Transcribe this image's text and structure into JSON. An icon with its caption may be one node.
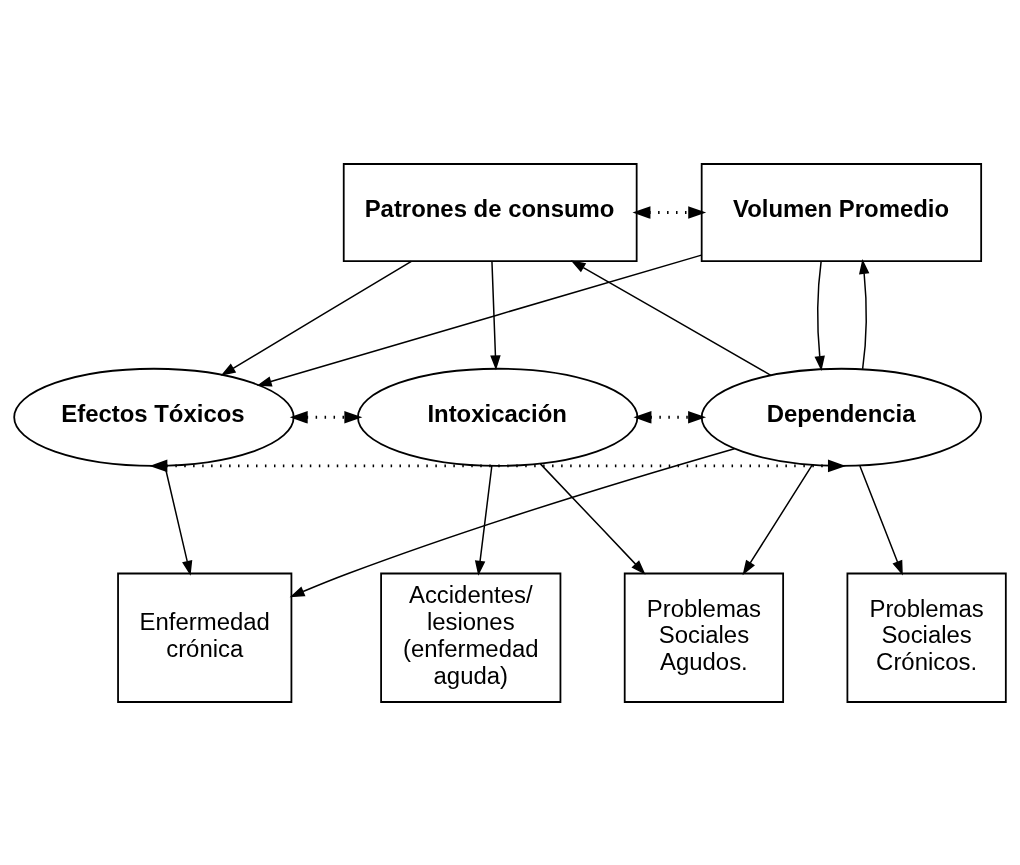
{
  "diagram": {
    "nodes": [
      {
        "text": [
          "Patrones de consumo"
        ]
      },
      {
        "text": [
          "Volumen Promedio"
        ]
      },
      {
        "text": [
          "Efectos Tóxicos"
        ]
      },
      {
        "text": [
          "Intoxicación"
        ]
      },
      {
        "text": [
          "Dependencia"
        ]
      },
      {
        "text": [
          "Enfermedad crónica"
        ]
      },
      {
        "text": [
          "Accidentes/ lesiones (enfermedad aguda)"
        ]
      },
      {
        "text": [
          "Problemas Sociales Agudos."
        ]
      },
      {
        "text": [
          "Problemas Sociales Crónicos."
        ]
      }
    ],
    "edges": [
      {
        "from": 0,
        "to": 1,
        "arrow": "both",
        "style": "dashed"
      },
      {
        "from": 0,
        "to": 2,
        "arrow": "to"
      },
      {
        "from": 0,
        "to": 3,
        "arrow": "to"
      },
      {
        "from": 1,
        "to": 2,
        "arrow": "to"
      },
      {
        "from": 4,
        "to": 0,
        "arrow": "to"
      },
      {
        "from": 4,
        "to": 1,
        "arrow": "to"
      },
      {
        "from": 1,
        "to": 4,
        "arrow": "to"
      },
      {
        "from": 2,
        "to": 3,
        "arrow": "both",
        "style": "dashed"
      },
      {
        "from": 3,
        "to": 4,
        "arrow": "both",
        "style": "dashed"
      },
      {
        "from": 2,
        "to": 4,
        "arrow": "both",
        "style": "dashed"
      },
      {
        "from": 2,
        "to": 5,
        "arrow": "to"
      },
      {
        "from": 4,
        "to": 5,
        "arrow": "to"
      },
      {
        "from": 3,
        "to": 6,
        "arrow": "to"
      },
      {
        "from": 3,
        "to": 7,
        "arrow": "to"
      },
      {
        "from": 4,
        "to": 7,
        "arrow": "to"
      },
      {
        "from": 4,
        "to": 8,
        "arrow": "to"
      }
    ]
  }
}
